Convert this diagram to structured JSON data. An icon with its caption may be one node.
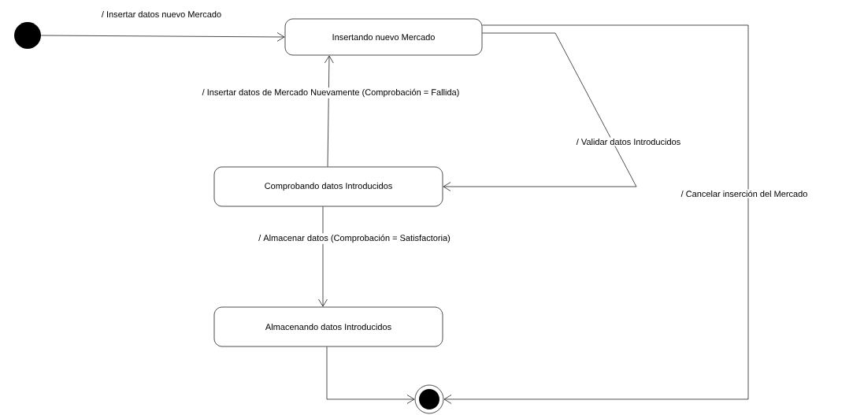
{
  "diagram": {
    "nodes": [
      {
        "text": [],
        "shape": "circle"
      },
      {
        "text": [
          "Insertando nuevo Mercado"
        ]
      },
      {
        "text": [
          "Comprobando datos Introducidos"
        ]
      },
      {
        "text": [
          "Almacenando datos Introducidos"
        ]
      },
      {
        "text": [],
        "shape": "bullseye"
      }
    ],
    "edges": [
      {
        "from": 0,
        "to": 1,
        "arrow": "to",
        "label": "/ Insertar datos nuevo Mercado"
      },
      {
        "from": 2,
        "to": 1,
        "arrow": "to",
        "label": "/ Insertar datos de Mercado Nuevamente (Comprobación = Fallida)"
      },
      {
        "from": 1,
        "to": 2,
        "arrow": "to",
        "label": "/ Validar datos Introducidos"
      },
      {
        "from": 2,
        "to": 3,
        "arrow": "to",
        "label": "/ Almacenar datos (Comprobación = Satisfactoria)"
      },
      {
        "from": 3,
        "to": 4,
        "arrow": "to"
      },
      {
        "from": 1,
        "to": 4,
        "arrow": "to",
        "label": "/ Cancelar inserción del Mercado"
      }
    ]
  }
}
